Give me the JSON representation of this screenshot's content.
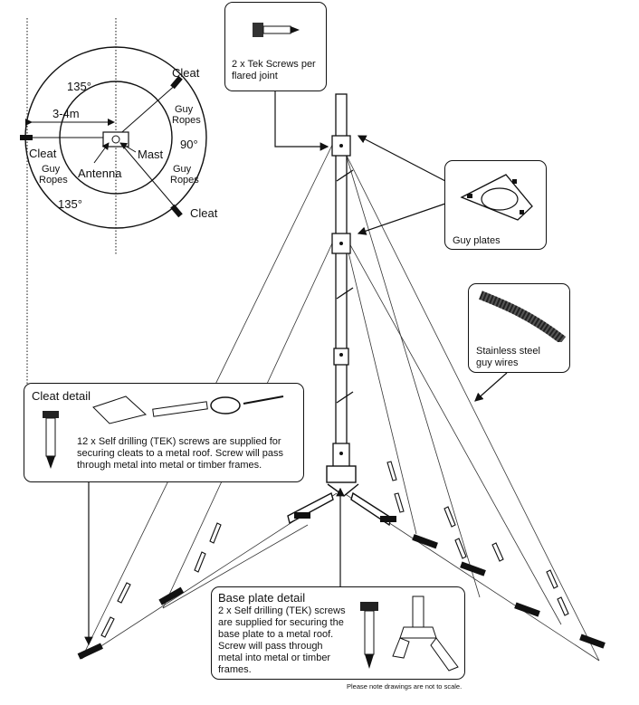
{
  "plan": {
    "cleat_top": "Cleat",
    "cleat_left": "Cleat",
    "cleat_bottom": "Cleat",
    "angle_top": "135°",
    "angle_right": "90°",
    "angle_bottom": "135°",
    "distance": "3-4m",
    "guy_ropes_1": "Guy",
    "guy_ropes_1b": "Ropes",
    "guy_ropes_2": "Guy",
    "guy_ropes_2b": "Ropes",
    "guy_ropes_3": "Guy",
    "guy_ropes_3b": "Ropes",
    "mast": "Mast",
    "antenna": "Antenna"
  },
  "tek_callout": {
    "text_line1": "2 x Tek Screws per",
    "text_line2": "flared joint"
  },
  "guy_plates_callout": {
    "label": "Guy plates"
  },
  "wires_callout": {
    "line1": "Stainless steel",
    "line2": "guy wires"
  },
  "cleat_detail": {
    "title": "Cleat detail",
    "line1": "12 x Self drilling (TEK) screws are supplied for",
    "line2": "securing cleats to a metal roof. Screw will pass",
    "line3": "through metal into metal or timber frames."
  },
  "base_plate_detail": {
    "title": "Base plate detail",
    "line1": "2 x Self drilling (TEK) screws",
    "line2": "are supplied for securing the",
    "line3": "base plate to a metal roof.",
    "line4": "Screw will pass through",
    "line5": "metal into metal or timber",
    "line6": "frames."
  },
  "footnote": "Please note drawings are not to scale."
}
